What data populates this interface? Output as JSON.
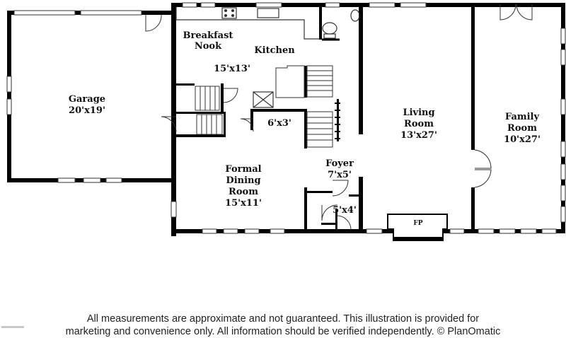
{
  "rooms": {
    "garage": {
      "name": "Garage",
      "size": "20'x19'"
    },
    "breakfast_nook": {
      "line1": "Breakfast",
      "line2": "Nook"
    },
    "kitchen": {
      "name": "Kitchen",
      "size": "15'x13'"
    },
    "pantry": {
      "size": "6'x3'"
    },
    "living_room": {
      "line1": "Living",
      "line2": "Room",
      "size": "13'x27'"
    },
    "family_room": {
      "line1": "Family",
      "line2": "Room",
      "size": "10'x27'"
    },
    "formal_dining": {
      "line1": "Formal",
      "line2": "Dining",
      "line3": "Room",
      "size": "15'x11'"
    },
    "foyer": {
      "name": "Foyer",
      "size": "7'x5'"
    },
    "closet": {
      "size": "5'x4'"
    },
    "fireplace": {
      "label": "FP"
    }
  },
  "disclaimer": {
    "line1": "All measurements are approximate and not guaranteed. This illustration is provided for",
    "line2": "marketing and convenience only. All information should be verified independently. © PlanOmatic"
  },
  "colors": {
    "wall": "#000000",
    "line": "#333333",
    "window": "#ffffff"
  }
}
